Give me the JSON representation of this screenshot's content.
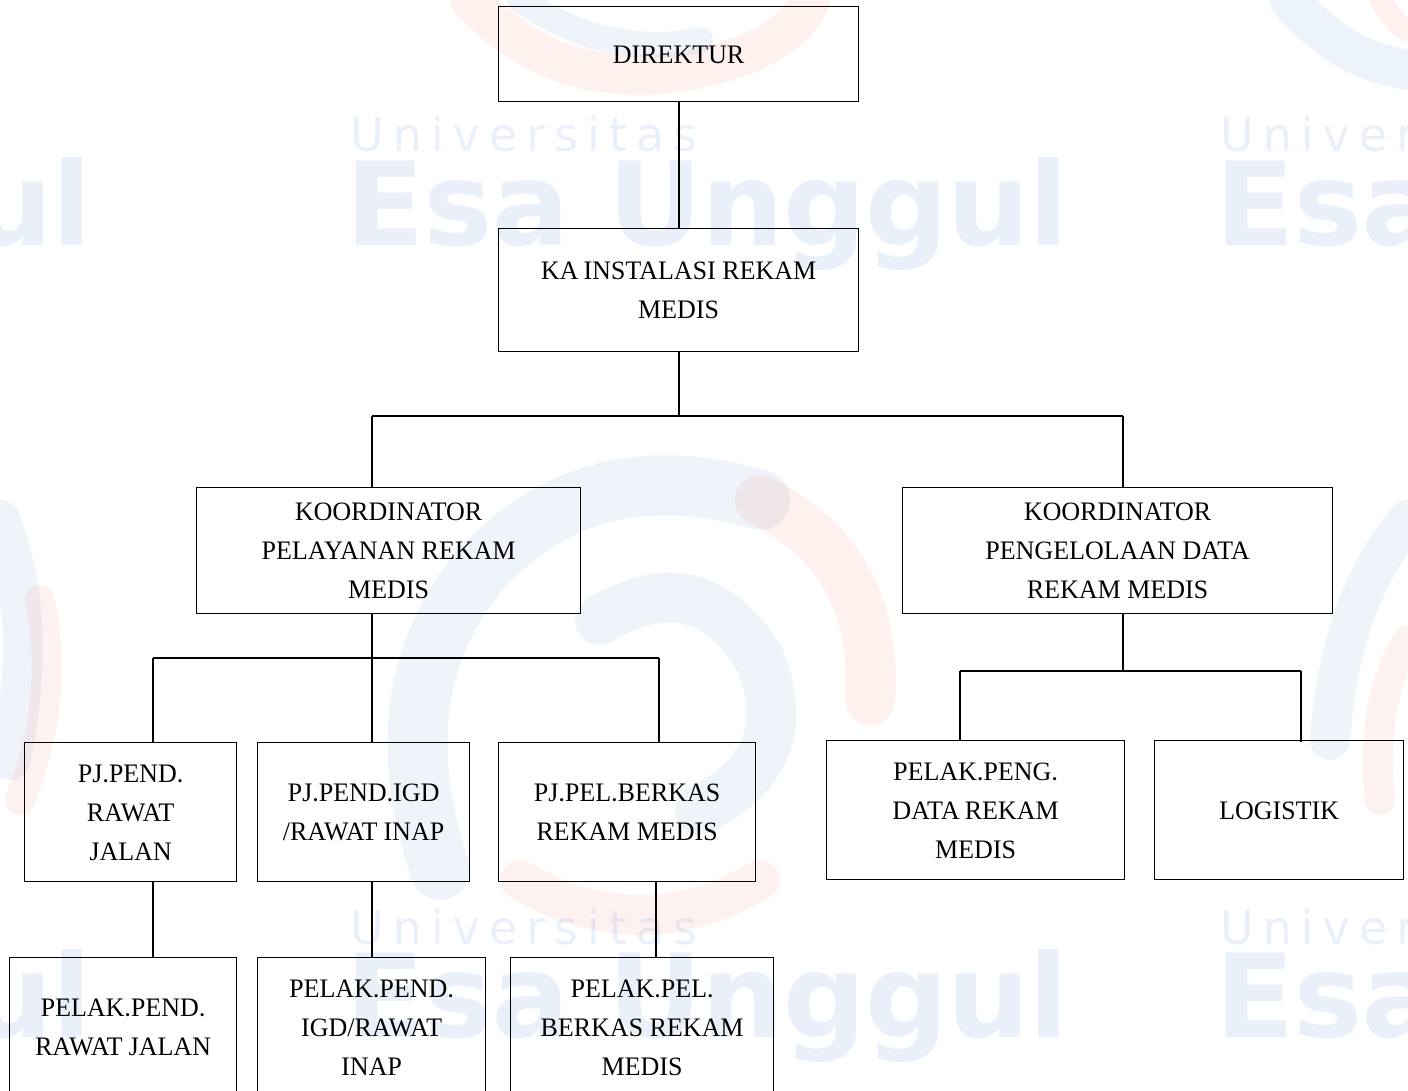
{
  "watermark": {
    "small_text": "Universitas",
    "big_text": "Esa Unggul",
    "big_fragment_left": "ul",
    "big_fragment_right": "Esa",
    "small_fragment_right": "Univers",
    "color": "#1e63c8",
    "accent_color": "#f04a2a"
  },
  "chart": {
    "nodes": {
      "direktur": "DIREKTUR",
      "ka_instalasi": "KA INSTALASI REKAM MEDIS",
      "koord_pelayanan": "KOORDINATOR PELAYANAN REKAM MEDIS",
      "koord_pengelolaan": "KOORDINATOR PENGELOLAAN DATA REKAM MEDIS",
      "pj_rawat_jalan": "PJ.PEND. RAWAT JALAN",
      "pj_igd": "PJ.PEND.IGD /RAWAT INAP",
      "pj_berkas": "PJ.PEL.BERKAS REKAM MEDIS",
      "pelak_peng_data": "PELAK.PENG. DATA REKAM MEDIS",
      "logistik": "LOGISTIK",
      "pelak_rawat_jalan": "PELAK.PEND. RAWAT JALAN",
      "pelak_igd": "PELAK.PEND. IGD/RAWAT INAP",
      "pelak_berkas": "PELAK.PEL. BERKAS REKAM MEDIS"
    }
  }
}
